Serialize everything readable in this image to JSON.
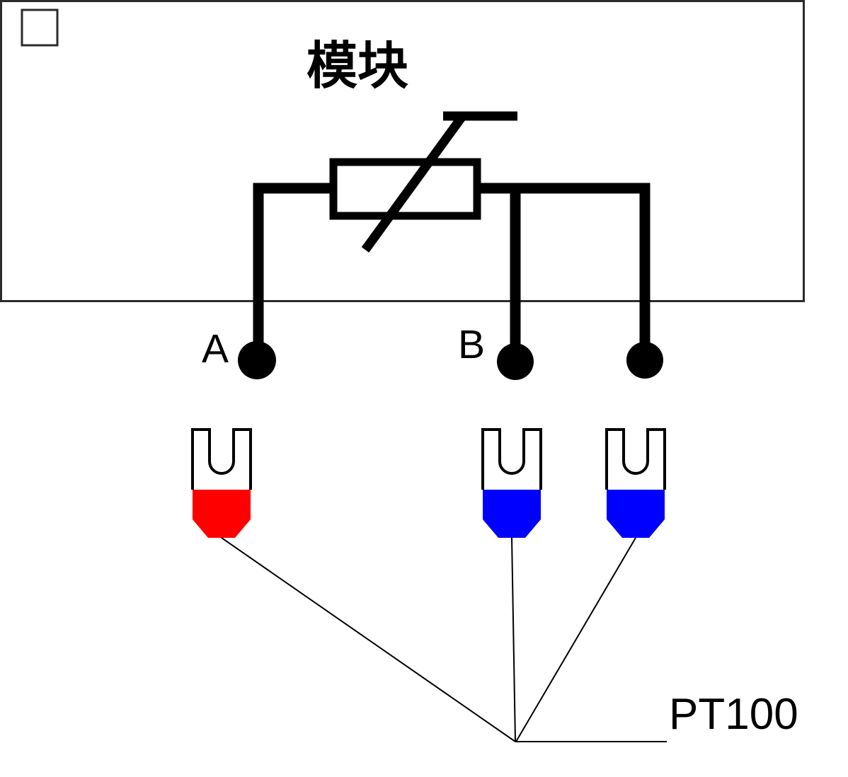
{
  "diagram": {
    "module_label": "模块",
    "terminal_a_label": "A",
    "terminal_b_label": "B",
    "sensor_label": "PT100",
    "colors": {
      "line": "#000000",
      "background": "#ffffff",
      "boundary": "#2b2b2b"
    },
    "connectors": [
      {
        "position": "left",
        "terminal": "A",
        "color": "#ff0000"
      },
      {
        "position": "middle",
        "terminal": "B",
        "color": "#0000ff"
      },
      {
        "position": "right",
        "terminal": "",
        "color": "#0000ff"
      }
    ]
  }
}
